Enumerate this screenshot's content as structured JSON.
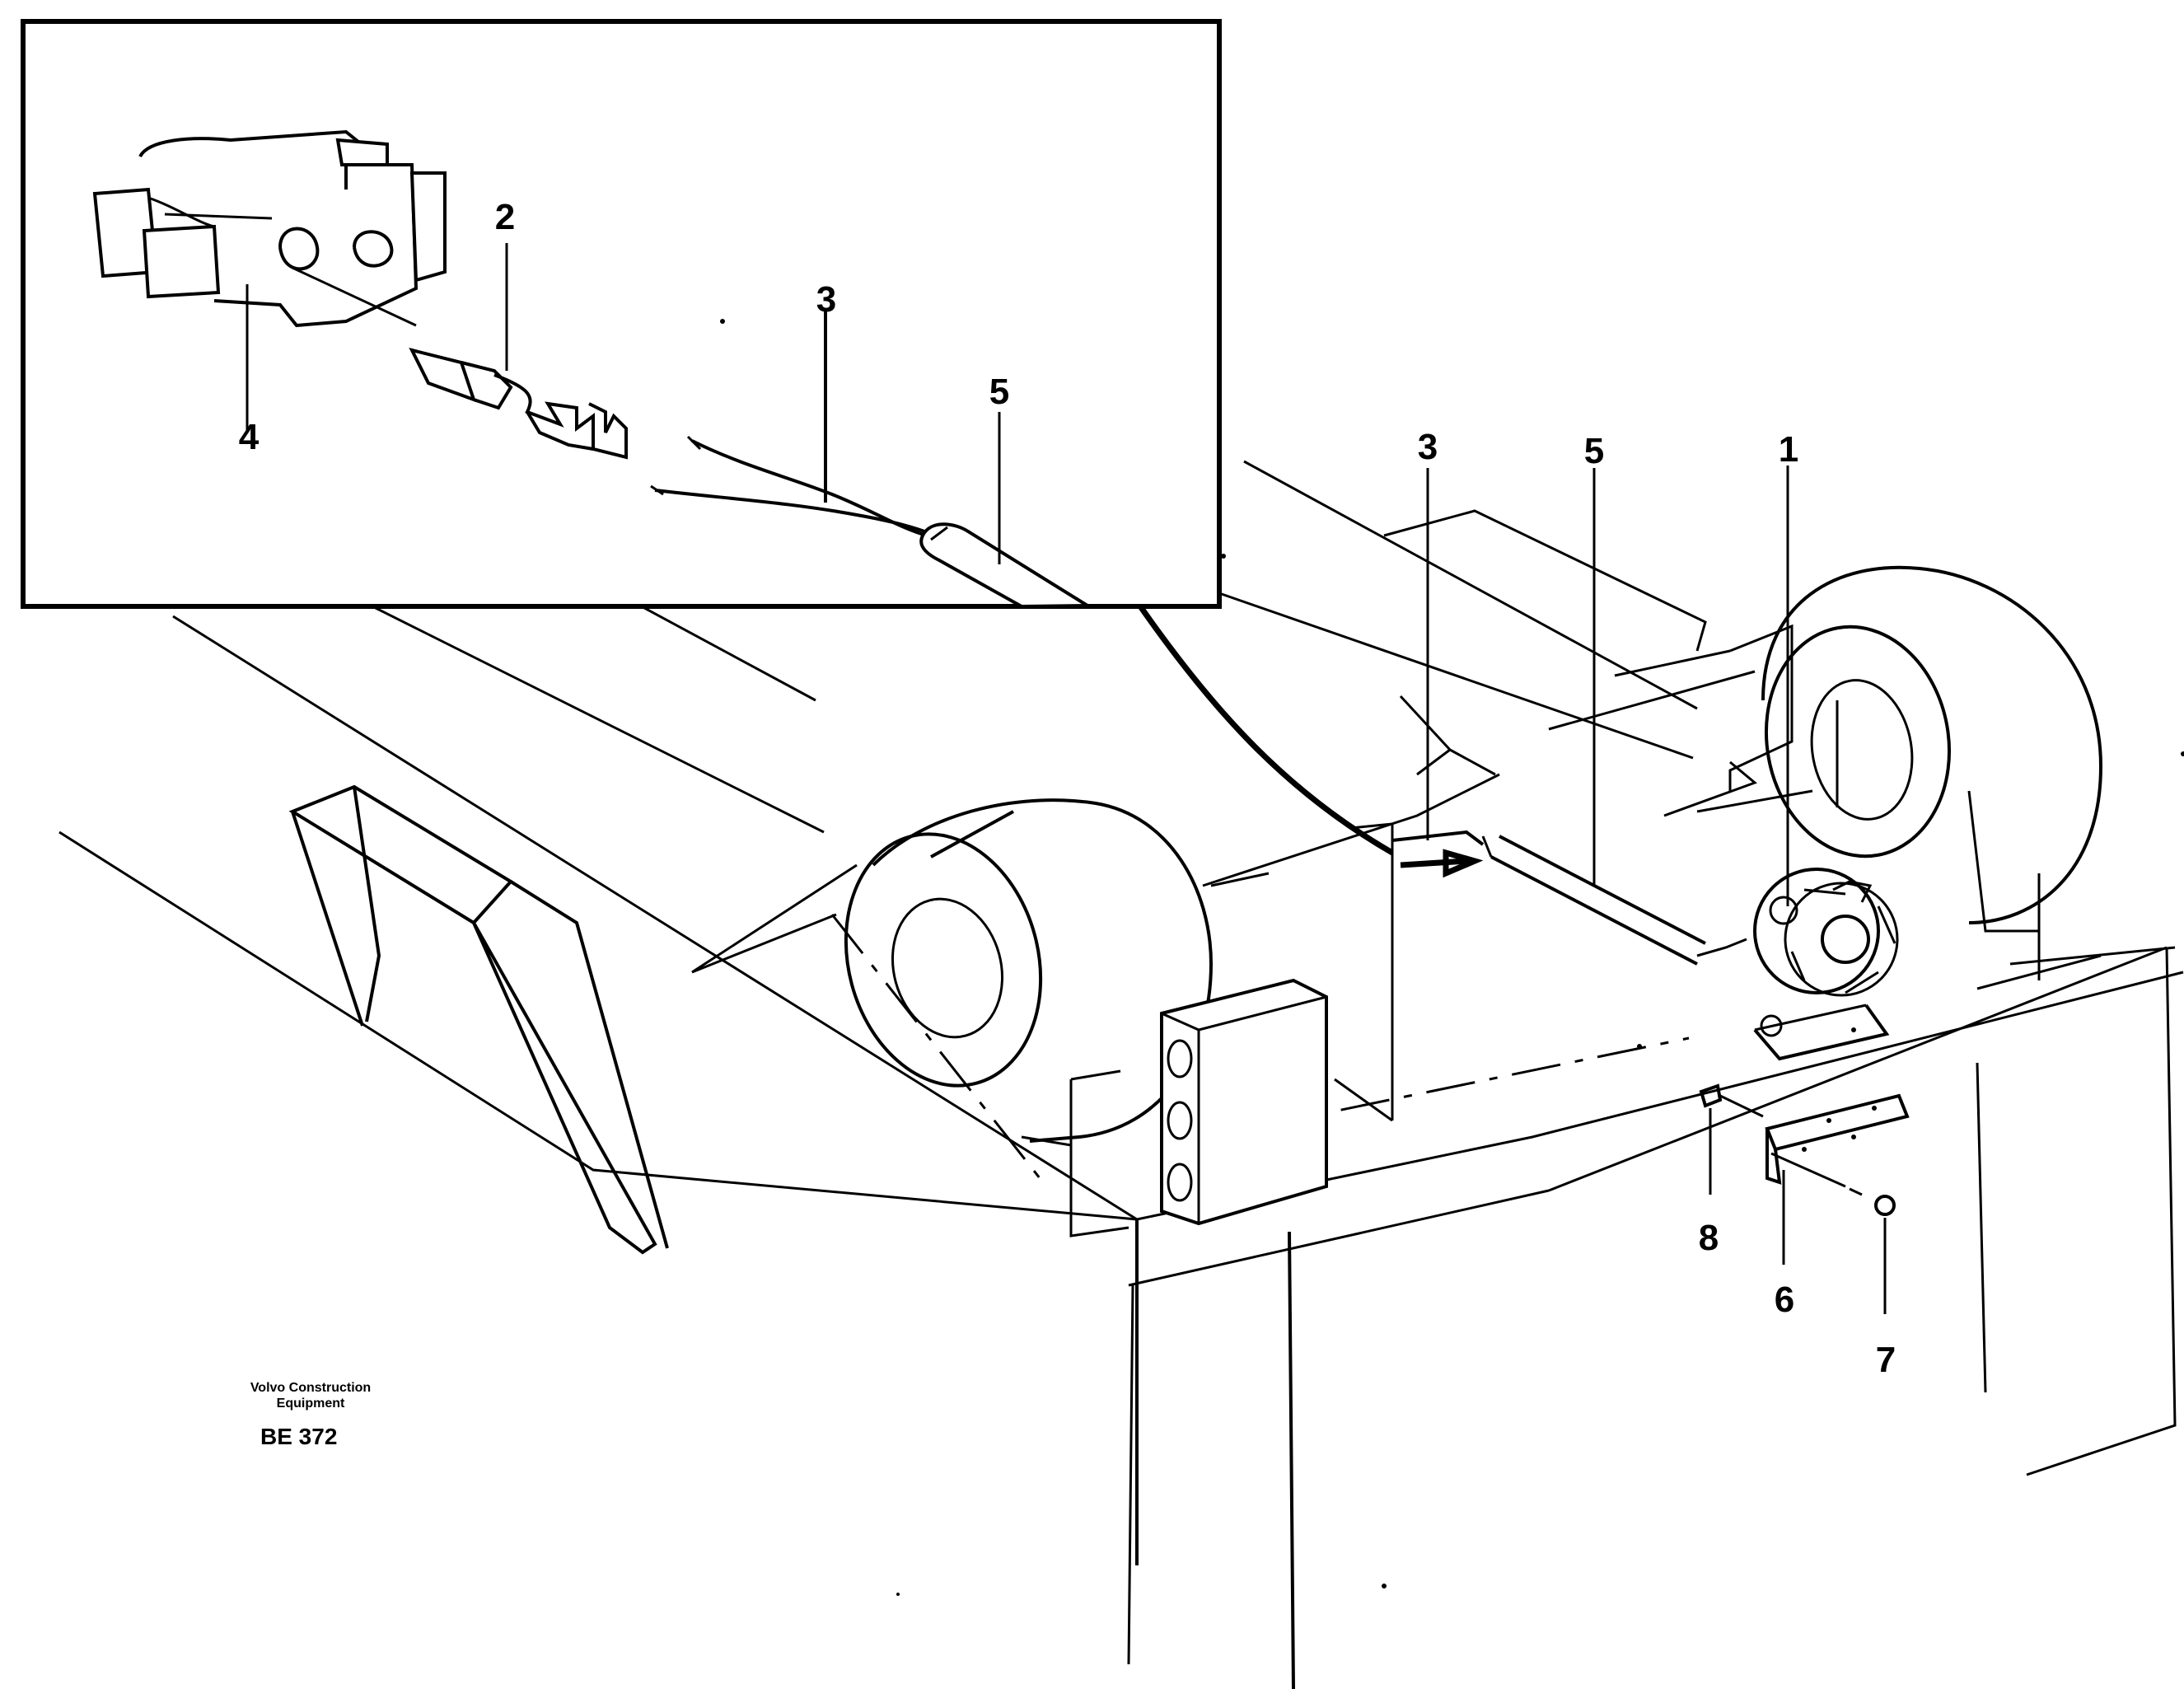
{
  "diagram": {
    "callouts": {
      "inset_2": "2",
      "inset_3": "3",
      "inset_4": "4",
      "inset_5": "5",
      "main_3": "3",
      "main_5": "5",
      "main_1": "1",
      "main_8": "8",
      "main_6": "6",
      "main_7": "7"
    },
    "credit_line1": "Volvo Construction",
    "credit_line2": "Equipment",
    "drawing_code": "BE 372"
  }
}
